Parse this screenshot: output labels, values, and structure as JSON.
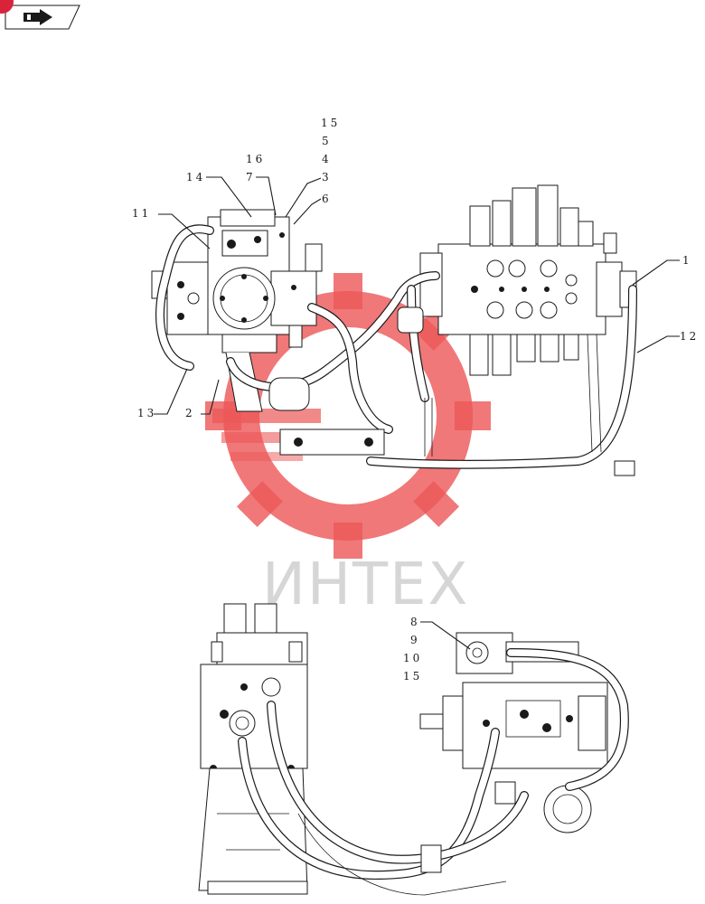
{
  "header": {
    "nav_icon": "arrow-right-icon",
    "badge_color": "#d9233b"
  },
  "watermark": {
    "text": "ИНТЕХ",
    "gear_color": "#e93a3a",
    "text_color": "#cfcfcf"
  },
  "callouts": {
    "n15a": "15",
    "n5": "5",
    "n4": "4",
    "n16": "16",
    "n3": "3",
    "n7": "7",
    "n14": "14",
    "n6": "6",
    "n11": "11",
    "n1": "1",
    "n12": "12",
    "n13": "13",
    "n2": "2",
    "n8": "8",
    "n9": "9",
    "n10": "10",
    "n15b": "15"
  }
}
